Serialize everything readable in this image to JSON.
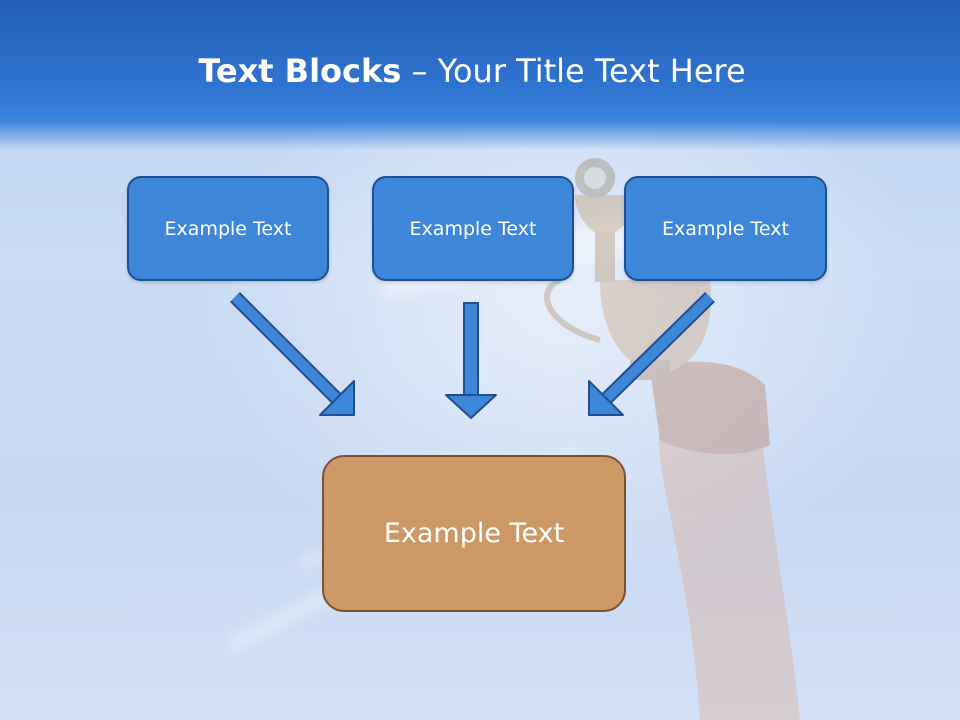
{
  "slide": {
    "title_bold": "Text Blocks",
    "title_dash": " – ",
    "title_rest": "Your Title Text Here"
  },
  "blocks": [
    {
      "label": "Example Text"
    },
    {
      "label": "Example Text"
    },
    {
      "label": "Example Text"
    }
  ],
  "target_block": {
    "label": "Example Text"
  },
  "colors": {
    "header_blue": "#2e73cf",
    "block_blue": "#3e86d8",
    "block_border": "#1f4f92",
    "target_tan": "#cc9866",
    "target_border": "#7a5230"
  },
  "icons": [
    "arrow-down-right-icon",
    "arrow-down-icon",
    "arrow-down-left-icon"
  ]
}
